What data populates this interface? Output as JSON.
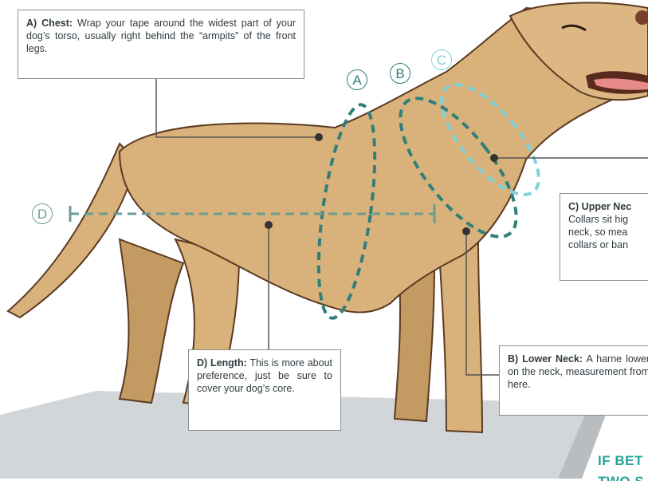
{
  "chest": {
    "marker": "A",
    "title": "A) Chest:",
    "text": "Wrap your tape around the widest part of your dog’s torso, usually right behind the “armpits” of the front legs."
  },
  "lower_neck": {
    "marker": "B",
    "title": "B) Lower Neck:",
    "text": "A harne lower on the neck, measurement from here."
  },
  "upper_neck": {
    "marker": "C",
    "title": "C) Upper Nec",
    "text": "Collars sit hig neck, so mea collars or ban"
  },
  "length": {
    "marker": "D",
    "title": "D) Length:",
    "text": "This is more about preference, just be sure to cover your dog’s core."
  },
  "footer": {
    "line1": "IF BET",
    "line2": "TWO S"
  },
  "colors": {
    "dog_fill": "#d8b27a",
    "dog_shadow": "#c49a63",
    "outline": "#5a3a22",
    "dark_teal": "#2f7f7a",
    "light_teal": "#7fd3d8",
    "accent_teal": "#26a49a"
  }
}
